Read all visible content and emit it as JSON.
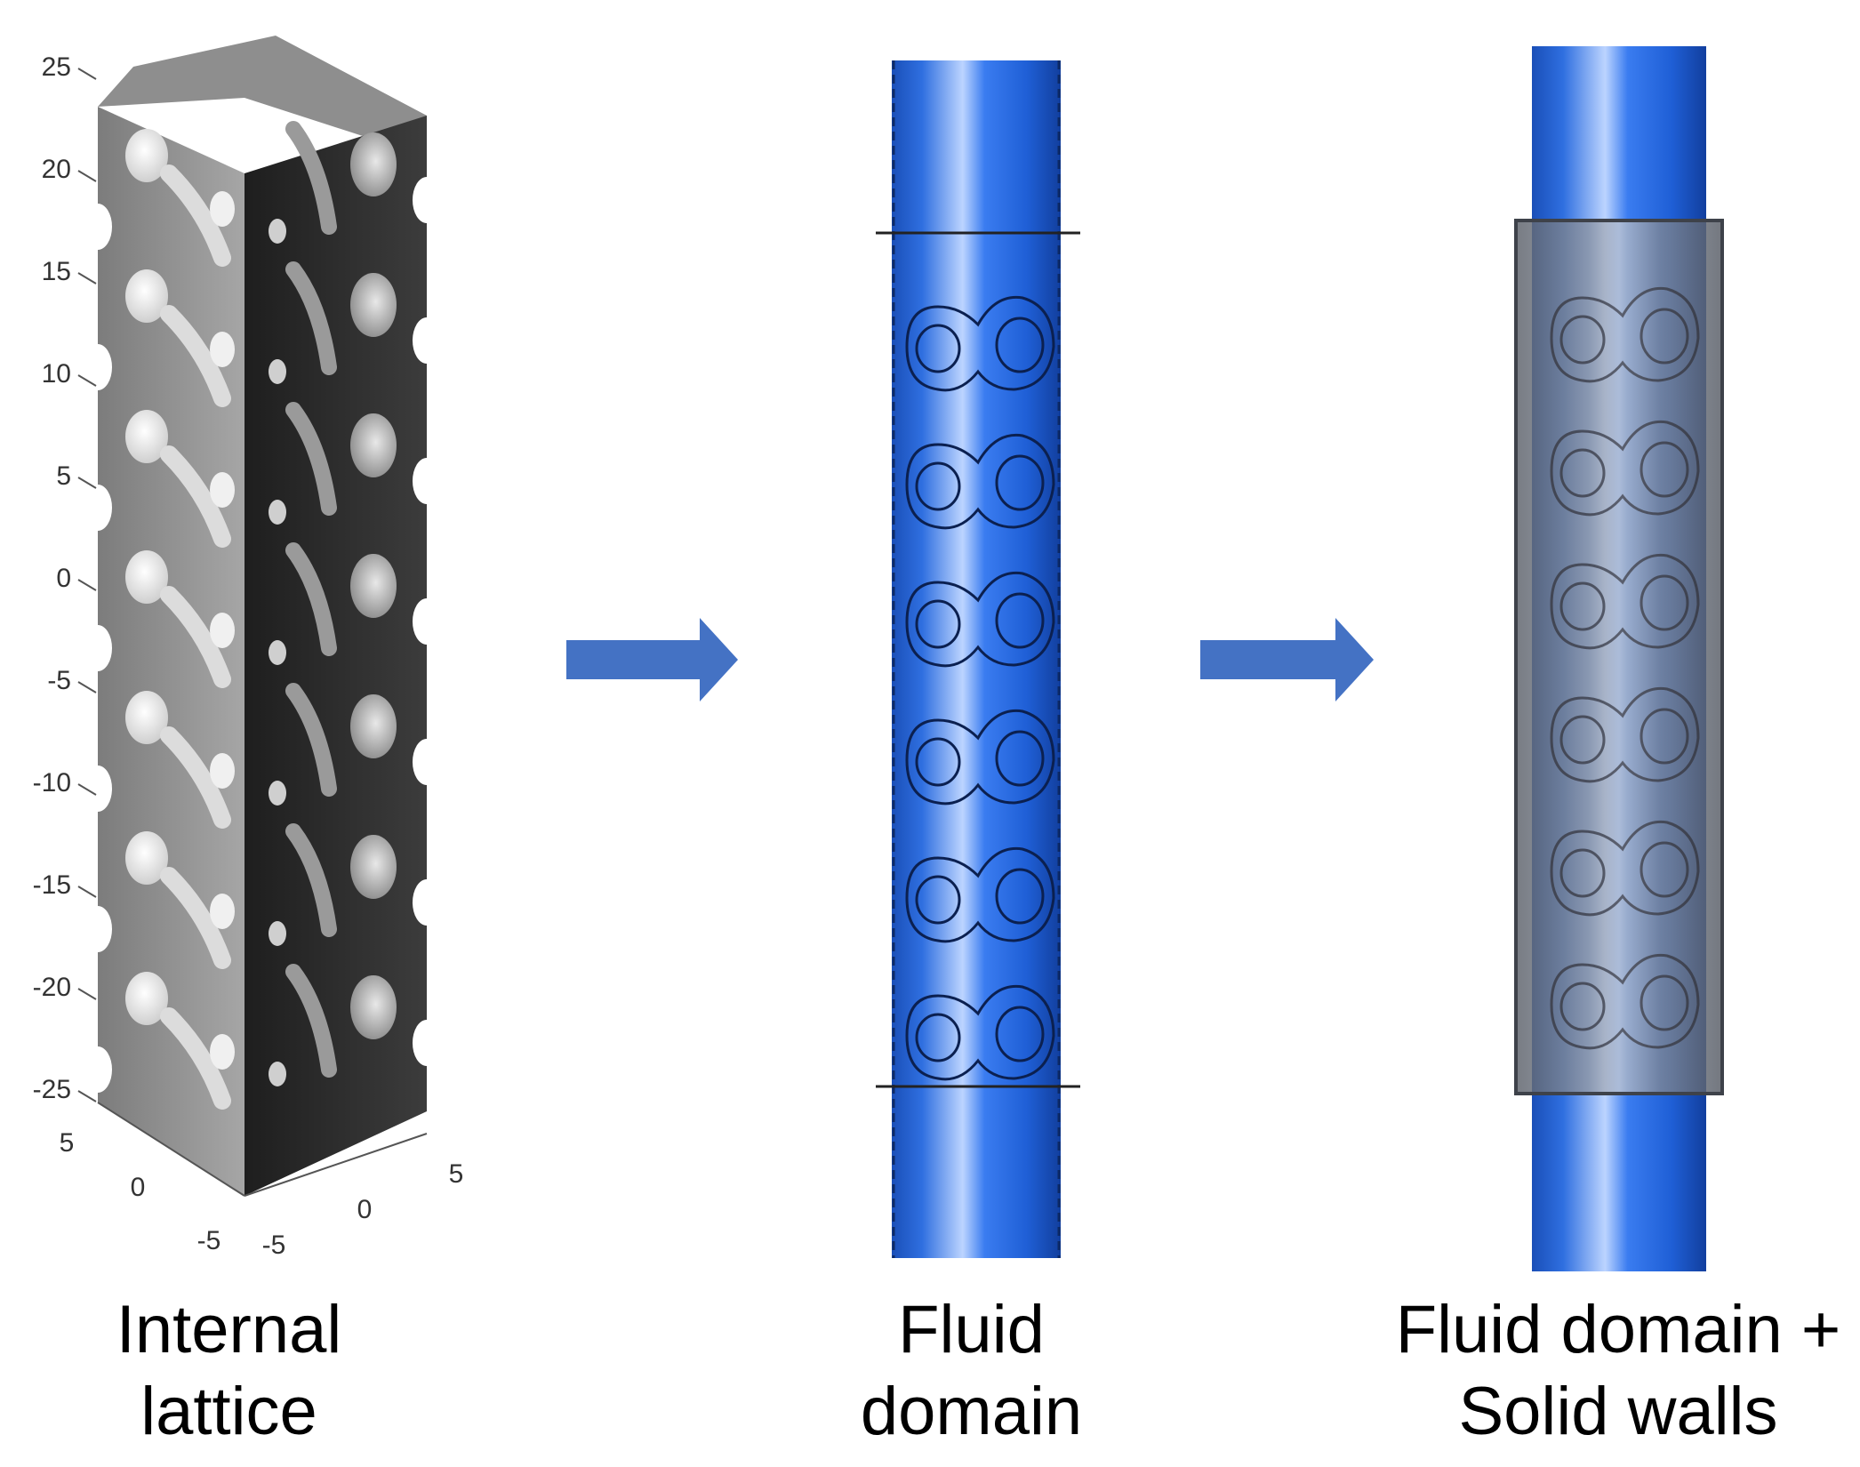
{
  "panels": [
    {
      "id": "internal-lattice",
      "caption_lines": [
        "Internal",
        "lattice"
      ],
      "z_ticks": [
        "25",
        "20",
        "15",
        "10",
        "5",
        "0",
        "-5",
        "-10",
        "-15",
        "-20",
        "-25"
      ],
      "y_ticks": [
        "5",
        "0",
        "-5"
      ],
      "x_ticks": [
        "-5",
        "0",
        "5"
      ]
    },
    {
      "id": "fluid-domain",
      "caption_lines": [
        "Fluid",
        "domain"
      ]
    },
    {
      "id": "fluid-domain-solid-walls",
      "caption_lines": [
        "Fluid domain +",
        "Solid walls"
      ]
    }
  ],
  "colors": {
    "arrow": "#4472c4",
    "fluid": "#2f6fe0",
    "lattice_light": "#9a9a9a",
    "lattice_dark": "#2a2a2a",
    "wall": "#707580"
  },
  "icons": [
    "right-arrow-icon",
    "right-arrow-icon"
  ]
}
